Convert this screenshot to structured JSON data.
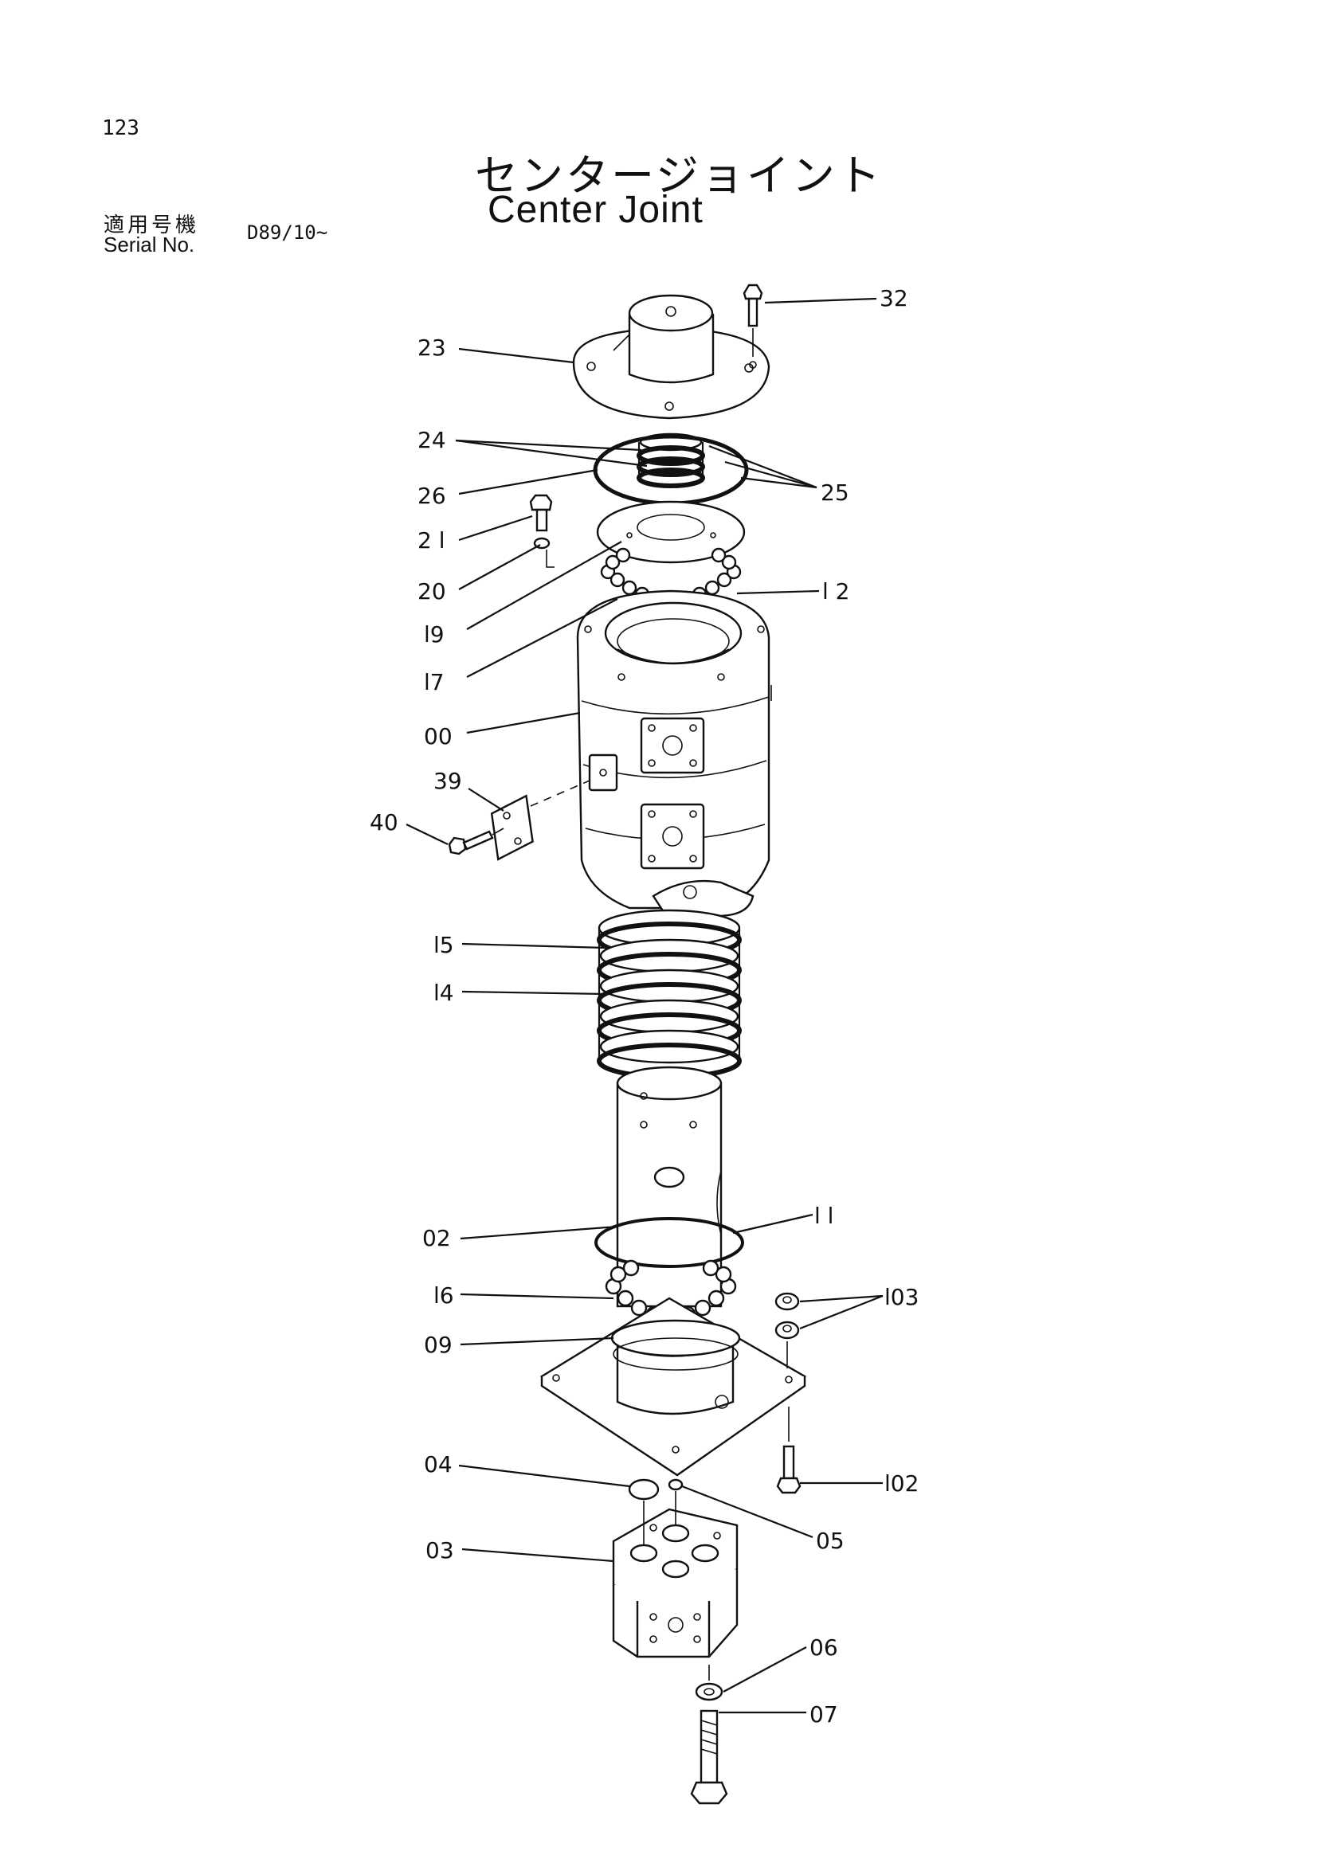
{
  "page": {
    "number": "123"
  },
  "title": {
    "jp": "センタージョイント",
    "en": "Center Joint"
  },
  "serial": {
    "label_jp": "適用号機",
    "label_en": "Serial No.",
    "value": "D89/10~"
  },
  "callouts": [
    {
      "id": "32",
      "label": "32"
    },
    {
      "id": "23",
      "label": "23"
    },
    {
      "id": "24",
      "label": "24"
    },
    {
      "id": "25",
      "label": "25"
    },
    {
      "id": "26",
      "label": "26"
    },
    {
      "id": "21",
      "label": "2 l"
    },
    {
      "id": "20",
      "label": "20"
    },
    {
      "id": "19",
      "label": "l9"
    },
    {
      "id": "12",
      "label": "l 2"
    },
    {
      "id": "17",
      "label": "l7"
    },
    {
      "id": "00",
      "label": "00"
    },
    {
      "id": "39",
      "label": "39"
    },
    {
      "id": "40",
      "label": "40"
    },
    {
      "id": "15",
      "label": "l5"
    },
    {
      "id": "14",
      "label": "l4"
    },
    {
      "id": "02",
      "label": "02"
    },
    {
      "id": "11",
      "label": "l l"
    },
    {
      "id": "16",
      "label": "l6"
    },
    {
      "id": "103",
      "label": "l03"
    },
    {
      "id": "09",
      "label": "09"
    },
    {
      "id": "04",
      "label": "04"
    },
    {
      "id": "102",
      "label": "l02"
    },
    {
      "id": "05",
      "label": "05"
    },
    {
      "id": "03",
      "label": "03"
    },
    {
      "id": "06",
      "label": "06"
    },
    {
      "id": "07",
      "label": "07"
    }
  ]
}
